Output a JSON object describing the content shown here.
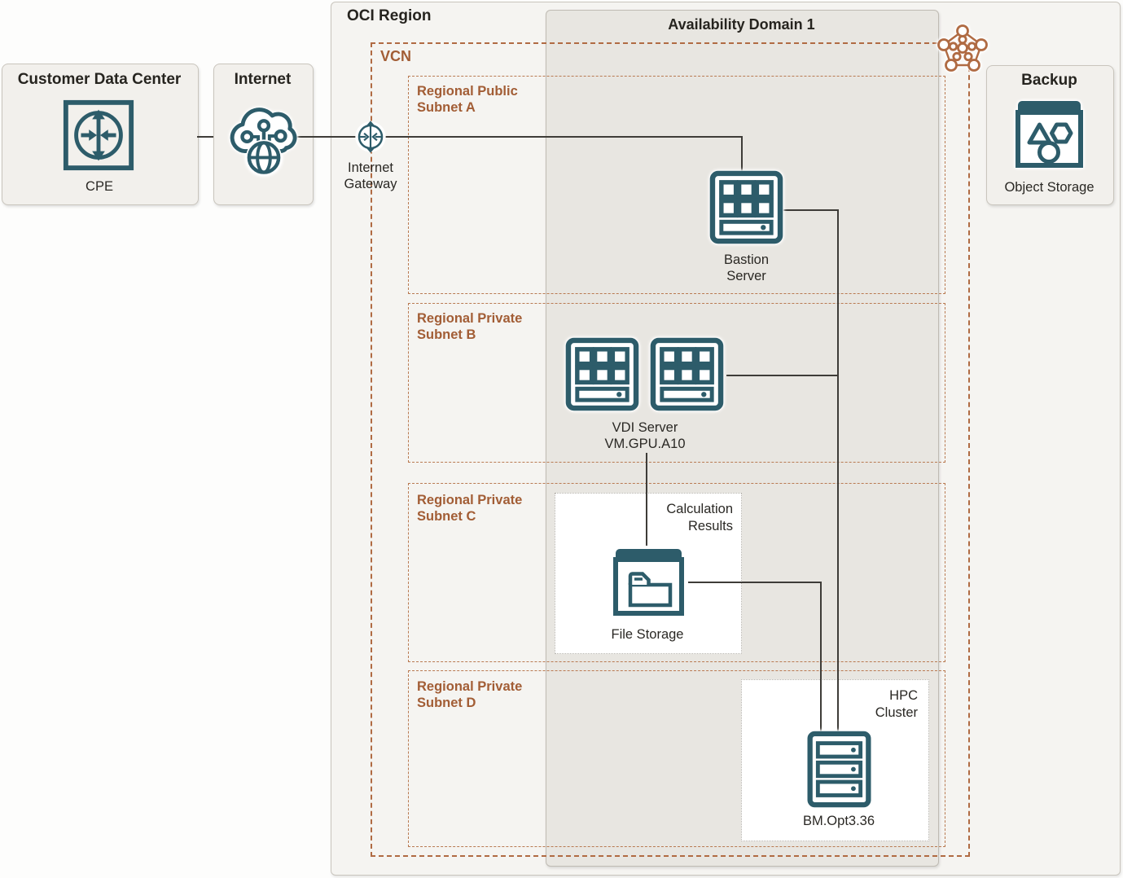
{
  "page": {
    "region_label": "OCI Region",
    "ad_label": "Availability Domain 1",
    "vcn_label": "VCN"
  },
  "subnets": [
    {
      "label": "Regional Public\nSubnet A"
    },
    {
      "label": "Regional Private\nSubnet B"
    },
    {
      "label": "Regional Private\nSubnet C"
    },
    {
      "label": "Regional Private\nSubnet D"
    }
  ],
  "external": {
    "customer_dc_title": "Customer Data Center",
    "cpe_label": "CPE",
    "internet_title": "Internet",
    "gateway_label": "Internet\nGateway"
  },
  "nodes": {
    "bastion_label": "Bastion\nServer",
    "vdi_label": "VDI Server\nVM.GPU.A10",
    "calculation_label": "Calculation\nResults",
    "file_storage_label": "File Storage",
    "hpc_group_label": "HPC\nCluster",
    "hpc_label": "BM.Opt3.36",
    "backup_title": "Backup",
    "object_storage_label": "Object Storage"
  },
  "icons": {
    "cpe": "cpe-router-icon",
    "internet": "internet-cloud-icon",
    "gateway": "internet-gateway-icon",
    "bastion": "compute-server-icon",
    "vdi": "compute-server-icon",
    "file_storage": "file-storage-icon",
    "hpc": "bare-metal-server-icon",
    "object_storage": "object-storage-icon",
    "vcn": "vcn-network-icon"
  },
  "colors": {
    "icon_teal": "#2d5c6a",
    "brown_dash": "#b06b43",
    "brown_dash2": "#b97a52",
    "brown_text": "#a25d35",
    "connector": "#3e3c38"
  }
}
